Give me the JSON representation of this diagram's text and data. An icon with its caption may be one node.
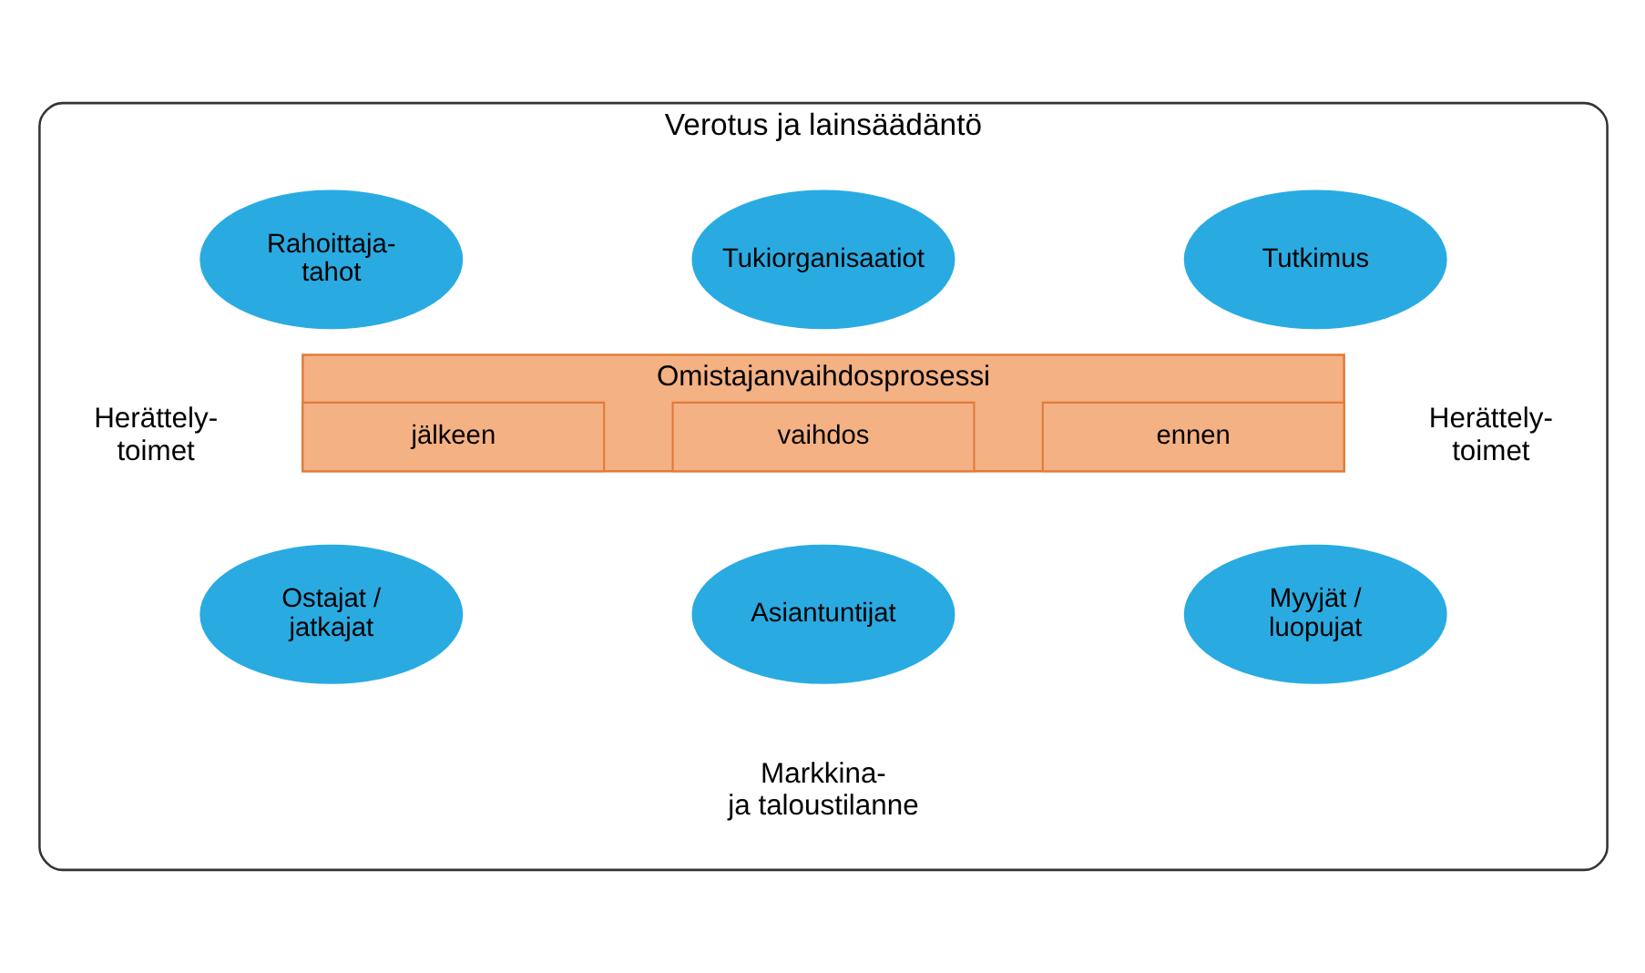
{
  "diagram": {
    "nodes": [
      {
        "text": [
          "Verotus ja lainsäädäntö"
        ]
      },
      {
        "text": [
          "Tutkimus"
        ],
        "in": 0
      },
      {
        "text": [
          "Tukiorganisaatiot"
        ],
        "in": 0
      },
      {
        "text": [
          "Rahoittaja- tahot"
        ],
        "in": 0
      },
      {
        "text": [
          "Omistajanvaihdosprosessi"
        ],
        "in": 0
      },
      {
        "text": [
          "ennen"
        ],
        "in": 4
      },
      {
        "text": [
          "vaihdos"
        ],
        "in": 4
      },
      {
        "text": [
          "jälkeen"
        ],
        "in": 4
      },
      {
        "text": [
          "Myyjät / luopujat"
        ],
        "in": 0
      },
      {
        "text": [
          "Asiantuntijat"
        ],
        "in": 0
      },
      {
        "text": [
          "Ostajat / jatkajat"
        ],
        "in": 0
      }
    ],
    "labels": [
      "Herättely- toimet",
      "Herättely- toimet",
      "Markkina- ja taloustilanne"
    ]
  }
}
